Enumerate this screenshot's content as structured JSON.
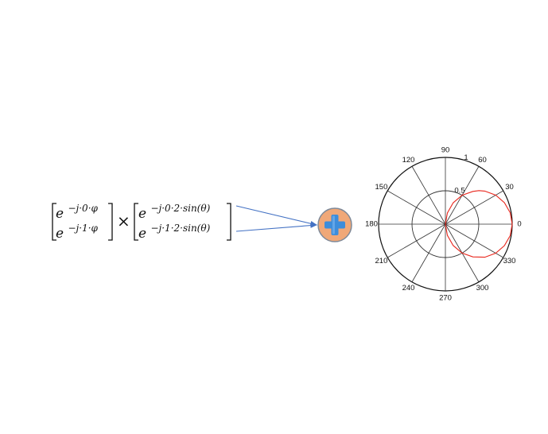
{
  "equation": {
    "left_vector": [
      {
        "base": "e",
        "exponent": "−j·0·φ"
      },
      {
        "base": "e",
        "exponent": "−j·1·φ"
      }
    ],
    "operator": "×",
    "right_vector": [
      {
        "base": "e",
        "exponent": "−j·0·2·sin(θ)"
      },
      {
        "base": "e",
        "exponent": "−j·1·2·sin(θ)"
      }
    ]
  },
  "adder": {
    "icon": "plus-icon",
    "colors": {
      "circle_fill": "#f0a878",
      "circle_stroke": "#7f8a99",
      "plus_fill": "#3d8ddb",
      "arrow": "#4472c4"
    }
  },
  "polar_plot": {
    "angle_labels": [
      "0",
      "30",
      "60",
      "90",
      "120",
      "150",
      "180",
      "210",
      "240",
      "270",
      "300",
      "330"
    ],
    "radial_labels": [
      "0.5",
      "1"
    ],
    "grid": true,
    "pattern_color": "#e8261c",
    "pattern": {
      "description_key": "lobe",
      "angles_deg": [
        270,
        280,
        290,
        300,
        310,
        320,
        330,
        340,
        350,
        0,
        10,
        20,
        30,
        40,
        45,
        50,
        60,
        70,
        80,
        90
      ],
      "radius": [
        0.0,
        0.17,
        0.34,
        0.5,
        0.64,
        0.77,
        0.87,
        0.94,
        0.985,
        1.0,
        0.985,
        0.94,
        0.87,
        0.77,
        0.71,
        0.64,
        0.5,
        0.34,
        0.17,
        0.0
      ]
    }
  }
}
